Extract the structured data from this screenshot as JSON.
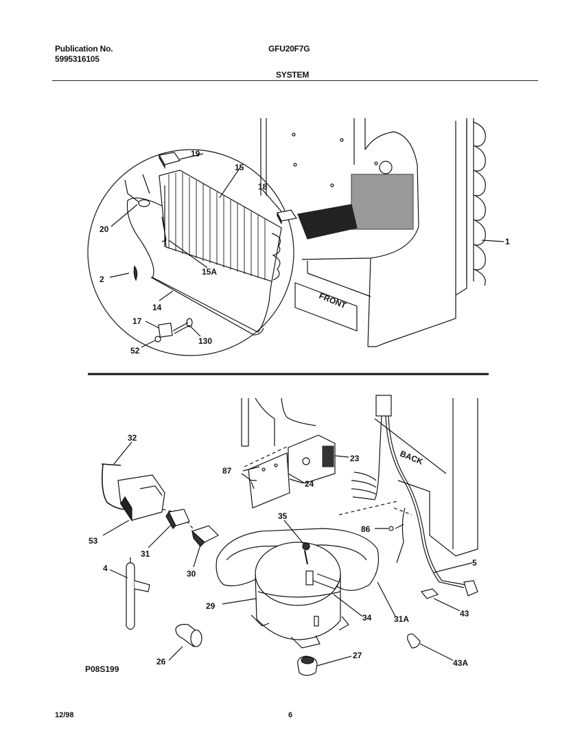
{
  "header": {
    "publication_label": "Publication No.",
    "publication_number": "5995316105",
    "model": "GFU20F7G",
    "section": "SYSTEM"
  },
  "diagram": {
    "cabinet_labels": {
      "front": "FRONT",
      "back": "BACK"
    },
    "callouts": {
      "c19": "19",
      "c15": "15",
      "c18": "18",
      "c20": "20",
      "c15a": "15A",
      "c2": "2",
      "c14": "14",
      "c17": "17",
      "c130": "130",
      "c52": "52",
      "c1": "1",
      "c32": "32",
      "c87": "87",
      "c23": "23",
      "c24": "24",
      "c35": "35",
      "c86": "86",
      "c53": "53",
      "c31": "31",
      "c30": "30",
      "c4": "4",
      "c5": "5",
      "c29": "29",
      "c34": "34",
      "c31a": "31A",
      "c43": "43",
      "c26": "26",
      "c27": "27",
      "c43a": "43A"
    }
  },
  "footer": {
    "drawing_code": "P08S199",
    "date": "12/98",
    "page": "6"
  }
}
